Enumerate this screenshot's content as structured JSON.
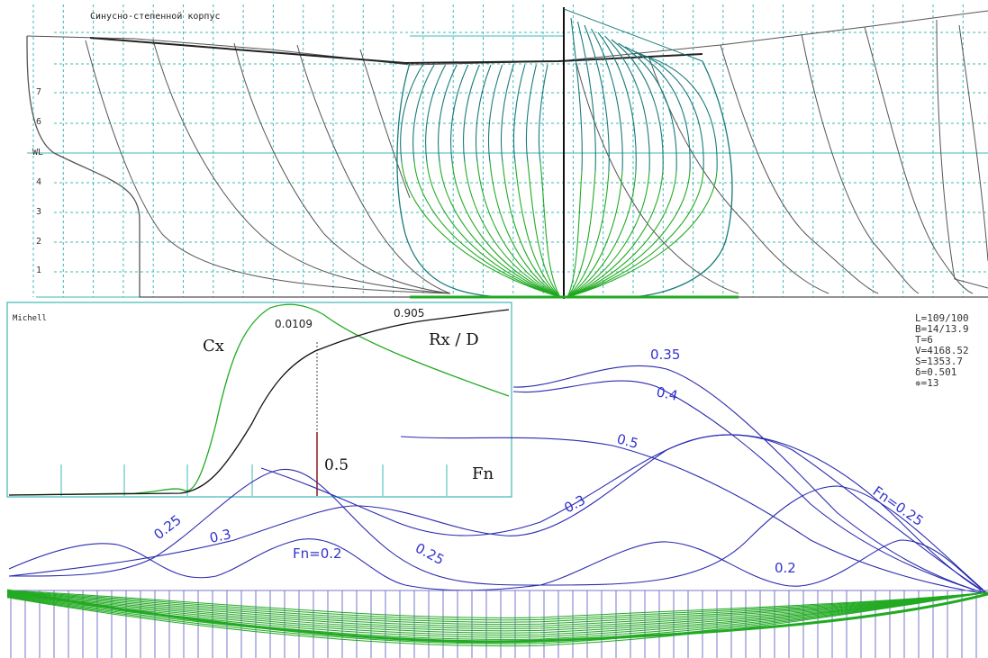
{
  "hull_title": "Синусно-степенной корпус",
  "waterline_labels": [
    "7",
    "6",
    "WL",
    "4",
    "3",
    "2",
    "1"
  ],
  "inset": {
    "label": "Michell",
    "cx_label": "Cx",
    "rxd_label": "Rx / D",
    "fn_label": "Fn",
    "peak_value": "0.0109",
    "rxd_value": "0.905",
    "fn_marker": "0.5"
  },
  "params": [
    "L=109/100",
    "B=14/13.9",
    "T=6",
    "V=4168.52",
    "S=1353.7",
    "δ=0.501",
    "✵=13"
  ],
  "wave_labels": [
    "0.35",
    "0.4",
    "0.5",
    "0.3",
    "Fn=0.25",
    "0.25",
    "0.3",
    "Fn=0.2",
    "0.25",
    "0.2"
  ],
  "colors": {
    "grid": "#3fb8b8",
    "hull": "#555555",
    "frame_green": "#22aa22",
    "frame_teal": "#1a7a7a",
    "wave_blue": "#2a2ab0",
    "label_blue": "#3333cc"
  }
}
